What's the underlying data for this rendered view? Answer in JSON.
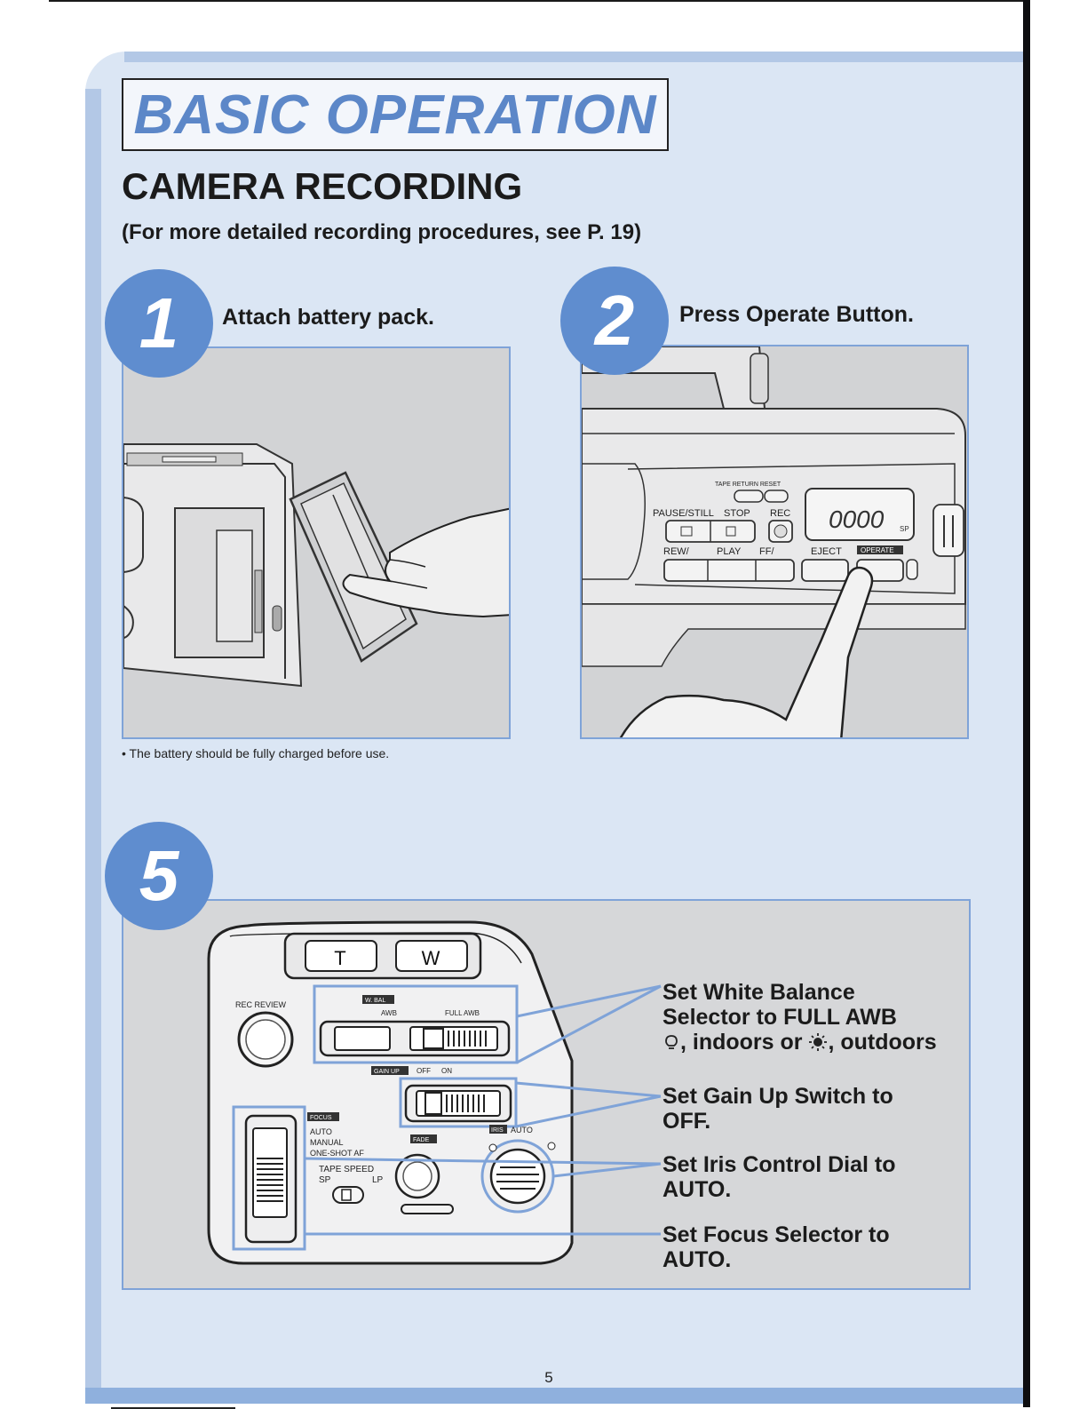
{
  "title": "BASIC OPERATION",
  "heading": "CAMERA RECORDING",
  "subheading": "(For more detailed recording procedures, see P. 19)",
  "steps": [
    {
      "number": "1",
      "label": "Attach battery pack.",
      "note": "• The battery should be fully charged before use."
    },
    {
      "number": "2",
      "label": "Press Operate Button."
    },
    {
      "number": "5"
    }
  ],
  "operate_panel": {
    "tape_return_reset": "TAPE RETURN RESET",
    "pause_still": "PAUSE/STILL",
    "stop": "STOP",
    "rec": "REC",
    "counter": "0000",
    "counter_sp": "SP",
    "rew": "REW/",
    "play": "PLAY",
    "ff": "FF/",
    "eject": "EJECT",
    "operate": "OPERATE"
  },
  "control_panel": {
    "tele": "T",
    "wide": "W",
    "rec_review": "REC REVIEW",
    "w_bal": "W. BAL",
    "awb": "AWB",
    "full_awb": "FULL AWB",
    "gain_up": "GAIN UP",
    "off": "OFF",
    "on": "ON",
    "focus": "FOCUS",
    "focus_auto": "AUTO",
    "focus_manual": "MANUAL",
    "focus_one_shot": "ONE-SHOT AF",
    "fade": "FADE",
    "iris": "IRIS",
    "iris_auto": "AUTO",
    "tape_speed": "TAPE SPEED",
    "sp": "SP",
    "lp": "LP"
  },
  "callouts": {
    "white_balance": [
      "Set White Balance",
      "Selector to FULL AWB",
      ", indoors or",
      ", outdoors"
    ],
    "gain_up": [
      "Set Gain Up Switch to",
      "OFF."
    ],
    "iris": [
      "Set Iris Control Dial to",
      "AUTO."
    ],
    "focus": [
      "Set Focus Selector to",
      "AUTO."
    ]
  },
  "icons": {
    "indoor": "bulb-icon",
    "outdoor": "sun-icon"
  },
  "colors": {
    "accent": "#5f8dcf",
    "panel_border": "#7fa3d8",
    "page_tint": "#dbe6f4",
    "title_text": "#5c87c8"
  },
  "page_number": "5"
}
